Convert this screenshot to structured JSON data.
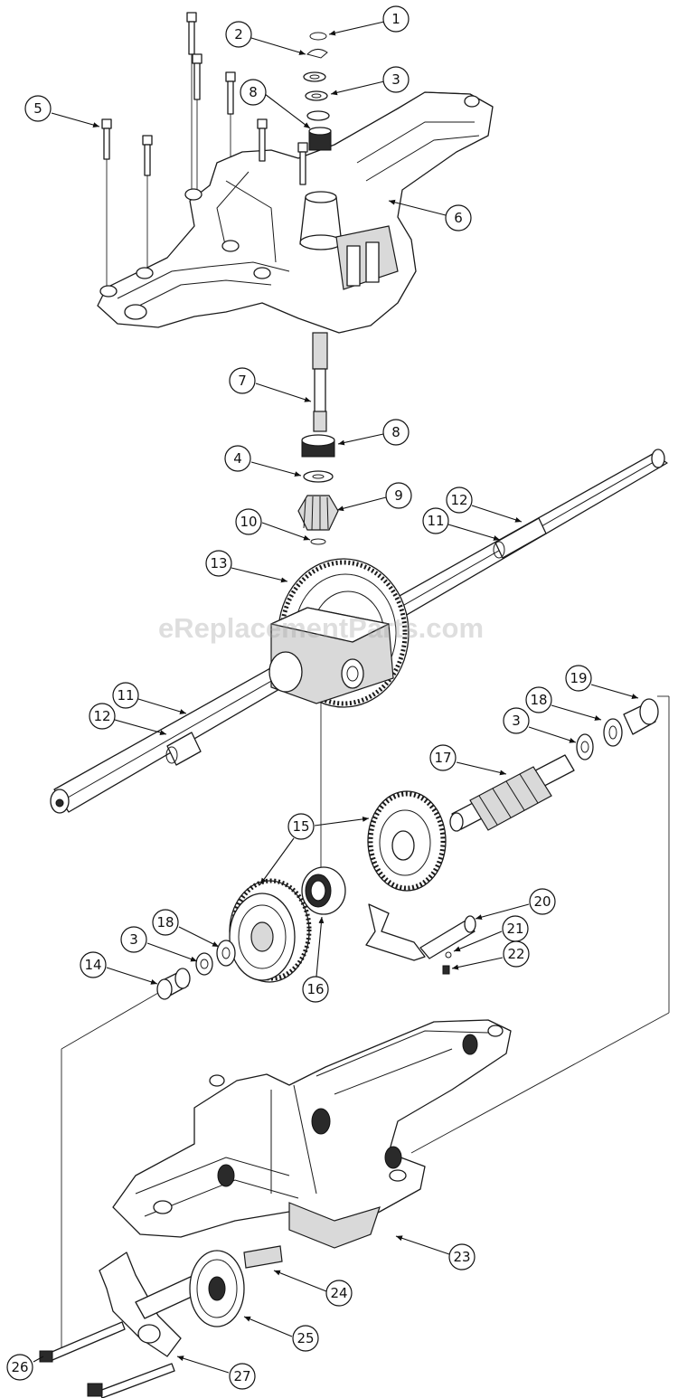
{
  "watermark": "eReplacementParts.com",
  "colors": {
    "line": "#1a1a1a",
    "shade": "#d9d9d9",
    "background": "#ffffff"
  },
  "callouts": [
    {
      "id": "c1",
      "label": "1"
    },
    {
      "id": "c2",
      "label": "2"
    },
    {
      "id": "c3a",
      "label": "3"
    },
    {
      "id": "c5",
      "label": "5"
    },
    {
      "id": "c8a",
      "label": "8"
    },
    {
      "id": "c6",
      "label": "6"
    },
    {
      "id": "c7",
      "label": "7"
    },
    {
      "id": "c8b",
      "label": "8"
    },
    {
      "id": "c4",
      "label": "4"
    },
    {
      "id": "c9",
      "label": "9"
    },
    {
      "id": "c10",
      "label": "10"
    },
    {
      "id": "c12a",
      "label": "12"
    },
    {
      "id": "c11a",
      "label": "11"
    },
    {
      "id": "c13",
      "label": "13"
    },
    {
      "id": "c11b",
      "label": "11"
    },
    {
      "id": "c12b",
      "label": "12"
    },
    {
      "id": "c19",
      "label": "19"
    },
    {
      "id": "c18a",
      "label": "18"
    },
    {
      "id": "c3b",
      "label": "3"
    },
    {
      "id": "c17",
      "label": "17"
    },
    {
      "id": "c15",
      "label": "15"
    },
    {
      "id": "c20",
      "label": "20"
    },
    {
      "id": "c21",
      "label": "21"
    },
    {
      "id": "c22",
      "label": "22"
    },
    {
      "id": "c18b",
      "label": "18"
    },
    {
      "id": "c3c",
      "label": "3"
    },
    {
      "id": "c14",
      "label": "14"
    },
    {
      "id": "c16",
      "label": "16"
    },
    {
      "id": "c23",
      "label": "23"
    },
    {
      "id": "c24",
      "label": "24"
    },
    {
      "id": "c25",
      "label": "25"
    },
    {
      "id": "c26",
      "label": "26"
    },
    {
      "id": "c27",
      "label": "27"
    }
  ]
}
